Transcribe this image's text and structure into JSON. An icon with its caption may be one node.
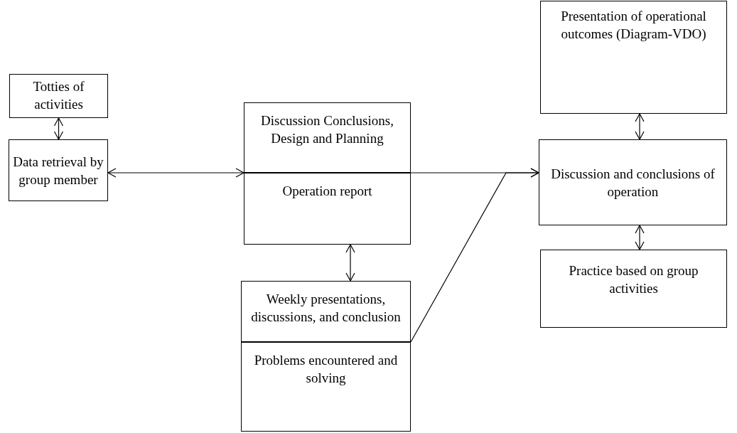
{
  "diagram": {
    "nodes": [
      {
        "text": [
          "Totties of activities"
        ]
      },
      {
        "text": [
          "Data retrieval by group member"
        ]
      },
      {
        "text": [
          "Discussion Conclusions, Design and Planning"
        ]
      },
      {
        "text": [
          "Operation report"
        ]
      },
      {
        "text": [
          "Weekly presentations, discussions, and conclusion"
        ]
      },
      {
        "text": [
          "Problems encountered and solving"
        ]
      },
      {
        "text": [
          "Presentation of operational outcomes (Diagram-VDO)"
        ]
      },
      {
        "text": [
          "Discussion and conclusions of operation"
        ]
      },
      {
        "text": [
          "Practice based on group activities"
        ]
      }
    ],
    "edges": [
      {
        "from": 0,
        "to": 1,
        "arrow": "both"
      },
      {
        "from": 1,
        "to": 2,
        "arrow": "both"
      },
      {
        "from": 3,
        "to": 4,
        "arrow": "both"
      },
      {
        "from": 2,
        "to": 7,
        "arrow": "to"
      },
      {
        "from": 4,
        "to": 7,
        "arrow": "to"
      },
      {
        "from": 6,
        "to": 7,
        "arrow": "both"
      },
      {
        "from": 7,
        "to": 8,
        "arrow": "both"
      }
    ]
  }
}
